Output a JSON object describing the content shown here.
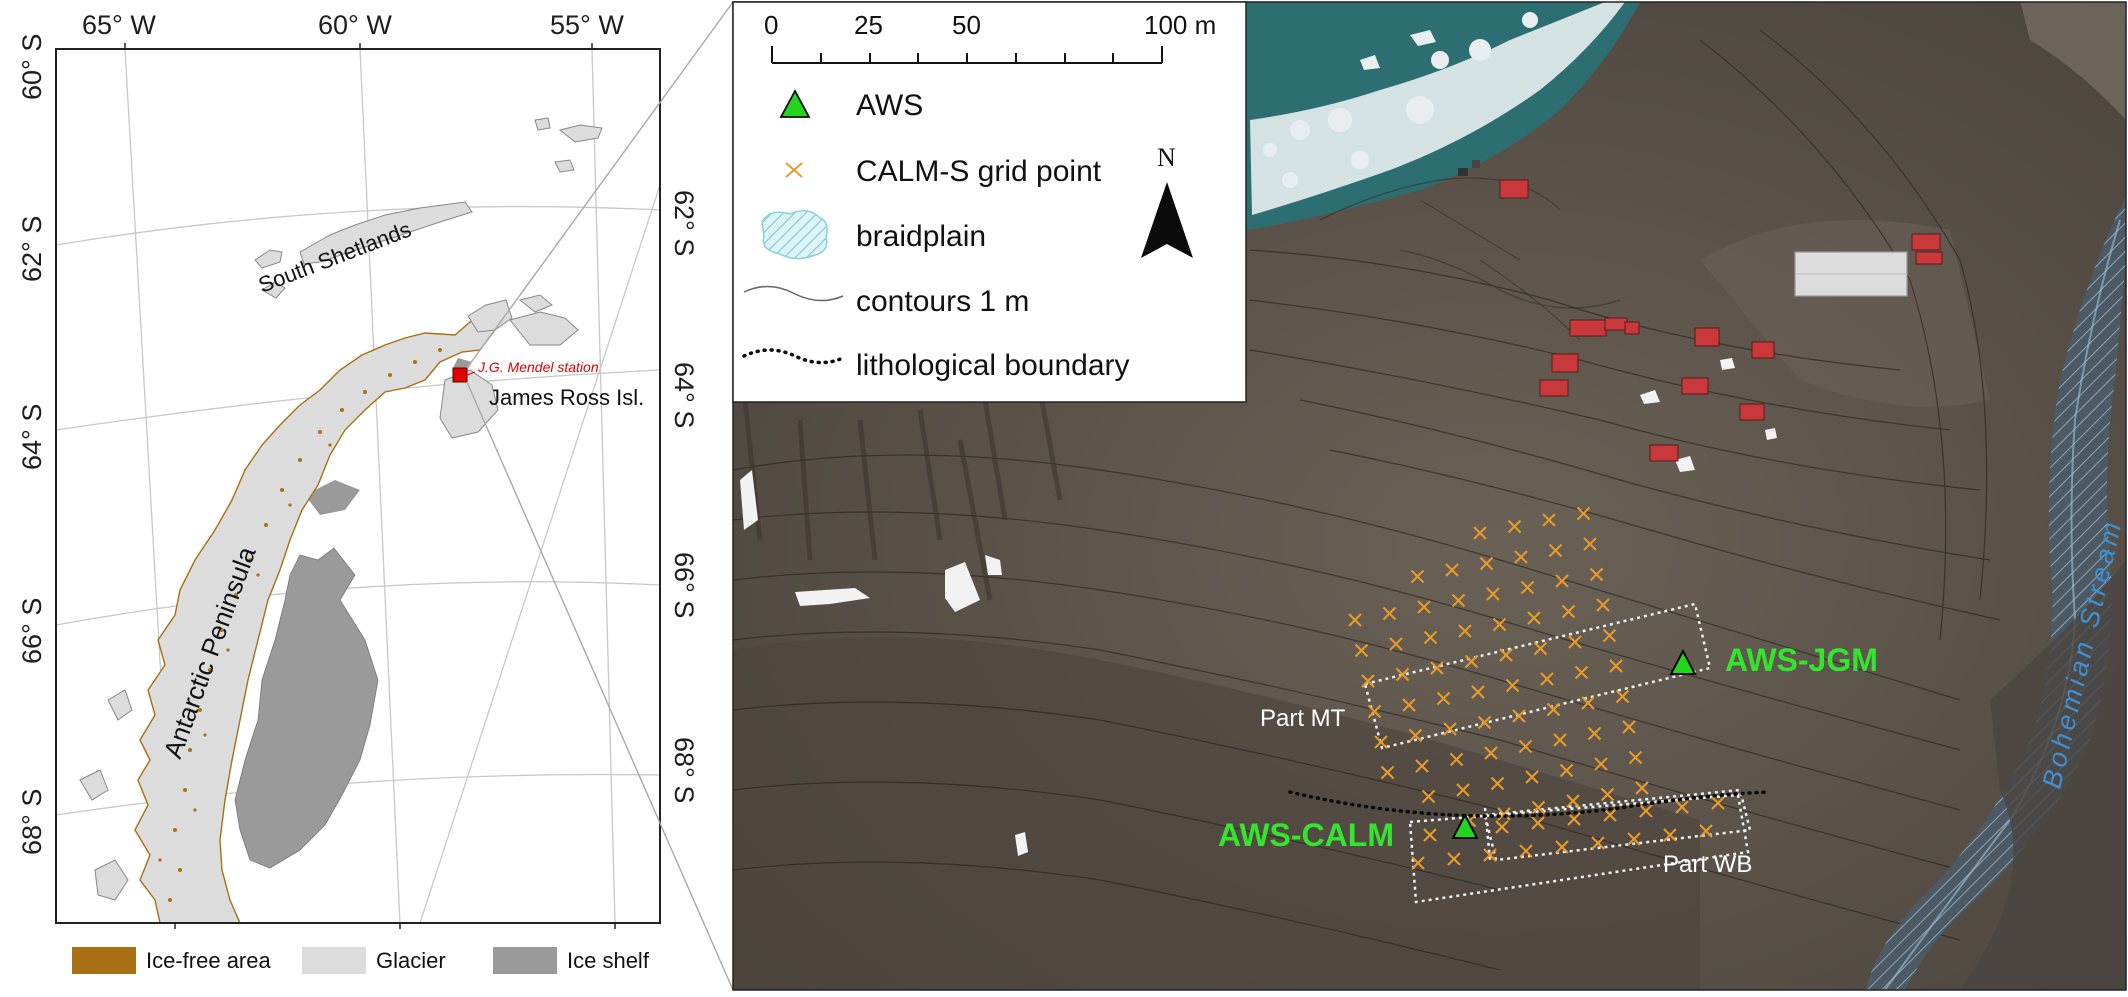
{
  "overview_map": {
    "longitude_labels": [
      "65° W",
      "60° W",
      "55° W"
    ],
    "latitude_labels_left": [
      "60° S",
      "62° S",
      "64° S",
      "66° S",
      "68° S"
    ],
    "latitude_labels_right": [
      "62° S",
      "64° S",
      "66° S",
      "68° S"
    ],
    "place_labels": {
      "south_shetlands": "South Shetlands",
      "station": "J.G. Mendel station",
      "island": "James Ross Isl.",
      "peninsula": "Antarctic Peninsula"
    },
    "legend": [
      {
        "label": "Ice-free area",
        "color": "#a86f14"
      },
      {
        "label": "Glacier",
        "color": "#dcdcdc"
      },
      {
        "label": "Ice shelf",
        "color": "#9a9a9a"
      }
    ],
    "colors": {
      "sea": "#ffffff",
      "graticule": "#c8c8c8",
      "station": "#e00000"
    }
  },
  "detail_map": {
    "scale_bar": {
      "labels": [
        "0",
        "25",
        "50",
        "100 m"
      ]
    },
    "north_arrow": "N",
    "legend": [
      {
        "id": "aws",
        "label": "AWS"
      },
      {
        "id": "calm",
        "label": "CALM-S grid point"
      },
      {
        "id": "braid",
        "label": "braidplain"
      },
      {
        "id": "contour",
        "label": "contours 1 m"
      },
      {
        "id": "litho",
        "label": "lithological boundary"
      }
    ],
    "stations": [
      {
        "name": "AWS-JGM"
      },
      {
        "name": "AWS-CALM"
      }
    ],
    "parts": [
      "Part MT",
      "Part WB"
    ],
    "stream_label": "Bohemian Stream",
    "colors": {
      "aws": "#22d51d",
      "grid": "#e89b2a",
      "ground": "#5e554b",
      "sea": "#2c6e72",
      "roof": "#c9383b"
    }
  }
}
